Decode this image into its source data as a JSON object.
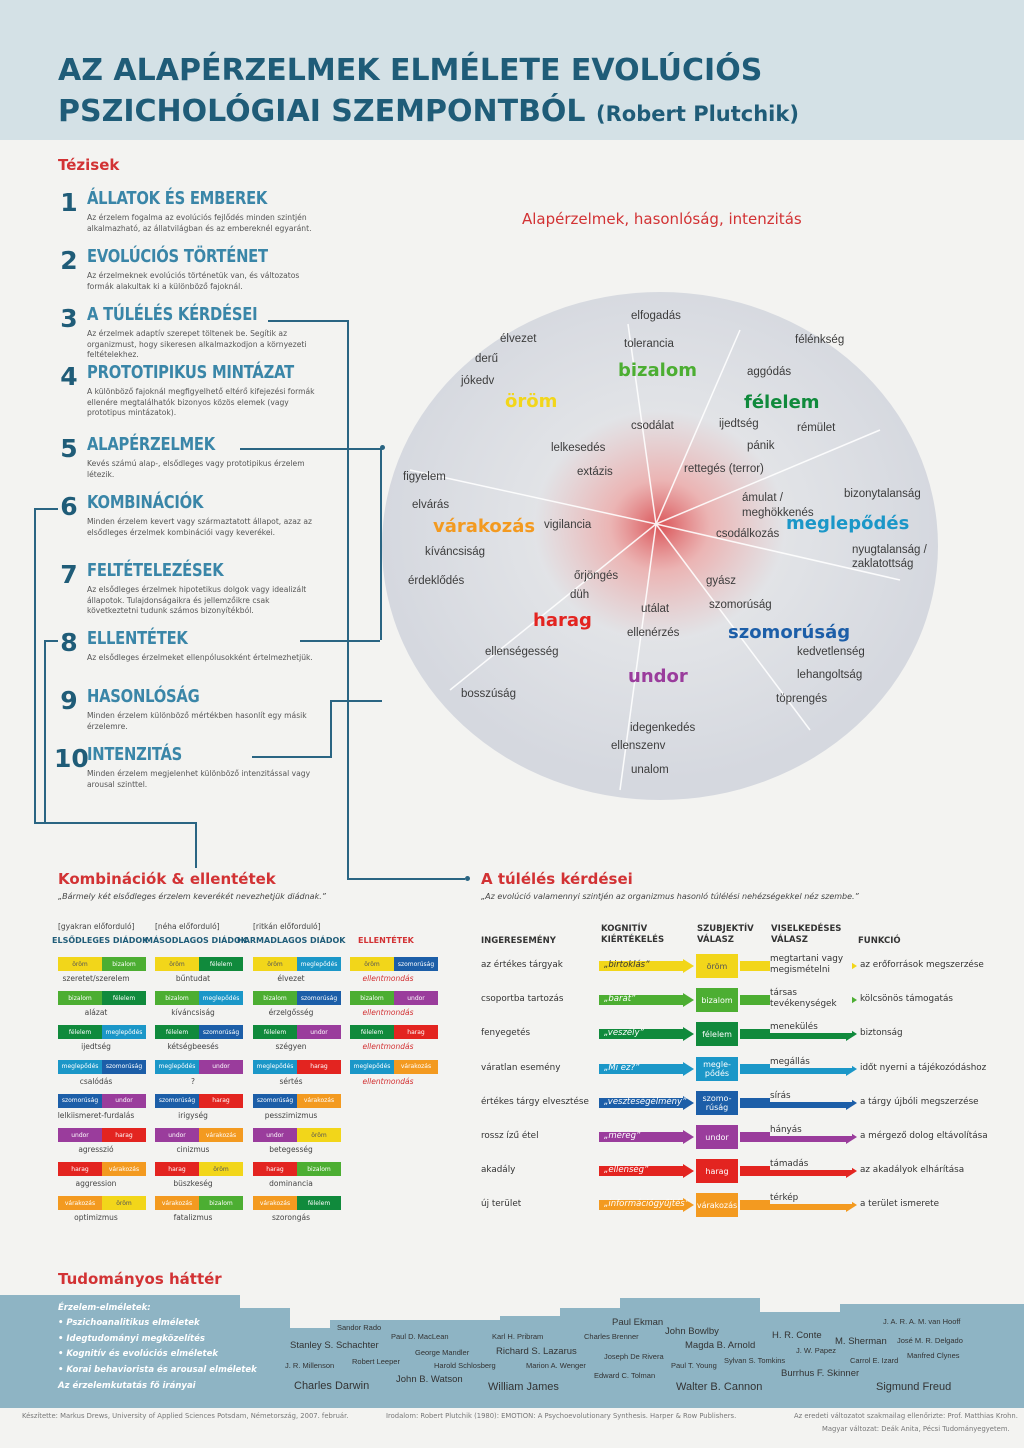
{
  "title": {
    "line1": "AZ ALAPÉRZELMEK ELMÉLETE EVOLÚCIÓS",
    "line2": "PSZICHOLÓGIAI SZEMPONTBÓL",
    "author": "(Robert Plutchik)"
  },
  "colors": {
    "header_bg": "#d4e1e6",
    "title": "#1f5c78",
    "accent_red": "#d23234",
    "bottom_band": "#8eb4c4",
    "orom": "#f2d61a",
    "bizalom": "#4cae32",
    "felelem": "#108a3c",
    "meglepodes": "#1b97c8",
    "szomorusag": "#1c5ea8",
    "undor": "#9a3c9c",
    "harag": "#e32420",
    "varakozas": "#f39a20"
  },
  "tezisek": {
    "heading": "Tézisek",
    "items": [
      {
        "num": "1",
        "title": "ÁLLATOK ÉS EMBEREK",
        "text": "Az érzelem fogalma az evolúciós fejlődés minden szintjén alkalmazható, az állatvilágban és az embereknél egyaránt."
      },
      {
        "num": "2",
        "title": "EVOLÚCIÓS TÖRTÉNET",
        "text": "Az érzelmeknek evolúciós történetük van, és változatos formák alakultak ki a különböző fajoknál."
      },
      {
        "num": "3",
        "title": "A TÚLÉLÉS KÉRDÉSEI",
        "text": "Az érzelmek adaptív szerepet töltenek be. Segítik az organizmust, hogy sikeresen alkalmazkodjon a környezeti feltételekhez."
      },
      {
        "num": "4",
        "title": "PROTOTIPIKUS MINTÁZAT",
        "text": "A különböző fajoknál megfigyelhető eltérő kifejezési formák ellenére megtalálhatók bizonyos közös elemek (vagy prototipus mintázatok)."
      },
      {
        "num": "5",
        "title": "ALAPÉRZELMEK",
        "text": "Kevés számú alap-, elsődleges vagy prototipikus érzelem létezik."
      },
      {
        "num": "6",
        "title": "KOMBINÁCIÓK",
        "text": "Minden érzelem kevert vagy származtatott állapot, azaz az elsődleges érzelmek kombinációi vagy keverékei."
      },
      {
        "num": "7",
        "title": "FELTÉTELEZÉSEK",
        "text": "Az elsődleges érzelmek hipotetikus dolgok vagy idealizált állapotok. Tulajdonságaikra és jellemzőikre csak következtetni tudunk számos bizonyítékból."
      },
      {
        "num": "8",
        "title": "ELLENTÉTEK",
        "text": "Az elsődleges érzelmeket ellenpólusokként értelmezhetjük."
      },
      {
        "num": "9",
        "title": "HASONLÓSÁG",
        "text": "Minden érzelem különböző mértékben hasonlít egy másik érzelemre."
      },
      {
        "num": "10",
        "title": "INTENZITÁS",
        "text": "Minden érzelem megjelenhet különböző intenzitással vagy arousal szinttel."
      }
    ]
  },
  "wheel": {
    "heading": "Alapérzelmek, hasonlóság, intenzitás",
    "words": [
      "elfogadás",
      "tolerancia",
      "bizalom",
      "csodálat",
      "félénkség",
      "aggódás",
      "félelem",
      "rémület",
      "ijedtség",
      "pánik",
      "rettegés (terror)",
      "bizonytalanság",
      "ámulat /",
      "meghökkenés",
      "meglepődés",
      "csodálkozás",
      "nyugtalanság /",
      "zaklatottság",
      "gyász",
      "szomorúság",
      "szomorúság",
      "kedvetlenség",
      "lehangoltság",
      "töprengés",
      "utálat",
      "ellenérzés",
      "undor",
      "idegenkedés",
      "ellenszenv",
      "unalom",
      "őrjöngés",
      "düh",
      "harag",
      "ellenségesség",
      "bosszúság",
      "figyelem",
      "elvárás",
      "várakozás",
      "kíváncsiság",
      "érdeklődés",
      "vigilancia",
      "élvezet",
      "derű",
      "jókedv",
      "öröm",
      "lelkesedés",
      "extázis"
    ]
  },
  "kombinaciok": {
    "heading": "Kombinációk & ellentétek",
    "subtitle": "„Bármely két elsődleges érzelem keverékét nevezhetjük diádnak.”",
    "freq": [
      "[gyakran előforduló]",
      "[néha előforduló]",
      "[ritkán előforduló]"
    ],
    "cols": [
      "ELSŐDLEGES DIÁDOK",
      "MÁSODLAGOS DIÁDOK",
      "HARMADLAGOS DIÁDOK",
      "ELLENTÉTEK"
    ],
    "rows": [
      [
        {
          "a": "öröm",
          "b": "bizalom",
          "l": "szeretet/szerelem"
        },
        {
          "a": "öröm",
          "b": "félelem",
          "l": "bűntudat"
        },
        {
          "a": "öröm",
          "b": "meglepődés",
          "l": "élvezet"
        },
        {
          "a": "öröm",
          "b": "szomorúság",
          "l": "ellentmondás"
        }
      ],
      [
        {
          "a": "bizalom",
          "b": "félelem",
          "l": "alázat"
        },
        {
          "a": "bizalom",
          "b": "meglepődés",
          "l": "kíváncsiság"
        },
        {
          "a": "bizalom",
          "b": "szomorúság",
          "l": "érzelgősség"
        },
        {
          "a": "bizalom",
          "b": "undor",
          "l": "ellentmondás"
        }
      ],
      [
        {
          "a": "félelem",
          "b": "meglepődés",
          "l": "ijedtség"
        },
        {
          "a": "félelem",
          "b": "szomorúság",
          "l": "kétségbeesés"
        },
        {
          "a": "félelem",
          "b": "undor",
          "l": "szégyen"
        },
        {
          "a": "félelem",
          "b": "harag",
          "l": "ellentmondás"
        }
      ],
      [
        {
          "a": "meglepődés",
          "b": "szomorúság",
          "l": "csalódás"
        },
        {
          "a": "meglepődés",
          "b": "undor",
          "l": "?"
        },
        {
          "a": "meglepődés",
          "b": "harag",
          "l": "sértés"
        },
        {
          "a": "meglepődés",
          "b": "várakozás",
          "l": "ellentmondás"
        }
      ],
      [
        {
          "a": "szomorúság",
          "b": "undor",
          "l": "lelkiismeret-furdalás"
        },
        {
          "a": "szomorúság",
          "b": "harag",
          "l": "irigység"
        },
        {
          "a": "szomorúság",
          "b": "várakozás",
          "l": "pesszimizmus"
        }
      ],
      [
        {
          "a": "undor",
          "b": "harag",
          "l": "agresszió"
        },
        {
          "a": "undor",
          "b": "várakozás",
          "l": "cinizmus"
        },
        {
          "a": "undor",
          "b": "öröm",
          "l": "betegesség"
        }
      ],
      [
        {
          "a": "harag",
          "b": "várakozás",
          "l": "aggression"
        },
        {
          "a": "harag",
          "b": "öröm",
          "l": "büszkeség"
        },
        {
          "a": "harag",
          "b": "bizalom",
          "l": "dominancia"
        }
      ],
      [
        {
          "a": "várakozás",
          "b": "öröm",
          "l": "optimizmus"
        },
        {
          "a": "várakozás",
          "b": "bizalom",
          "l": "fatalizmus"
        },
        {
          "a": "várakozás",
          "b": "félelem",
          "l": "szorongás"
        }
      ]
    ]
  },
  "tuleles": {
    "heading": "A túlélés kérdései",
    "subtitle": "„Az evolúció valamennyi szintjén az organizmus hasonló túlélési nehézségekkel néz szembe.”",
    "headers": [
      "INGERESEMÉNY",
      "KOGNITÍV KIÉRTÉKELÉS",
      "SZUBJEKTÍV VÁLASZ",
      "VISELKEDÉSES VÁLASZ",
      "FUNKCIÓ"
    ],
    "rows": [
      {
        "inger": "az értékes tárgyak",
        "kog": "„birtoklás”",
        "emo": "öröm",
        "color": "orom",
        "visel": "megtartani vagy megismételni",
        "func": "az erőforrások megszerzése"
      },
      {
        "inger": "csoportba tartozás",
        "kog": "„barát”",
        "emo": "bizalom",
        "color": "bizalom",
        "visel": "társas tevékenységek",
        "func": "kölcsönös támogatás"
      },
      {
        "inger": "fenyegetés",
        "kog": "„veszély”",
        "emo": "félelem",
        "color": "felelem",
        "visel": "menekülés",
        "func": "biztonság"
      },
      {
        "inger": "váratlan esemény",
        "kog": "„Mi ez?”",
        "emo": "megle-pődés",
        "color": "meglepodes",
        "visel": "megállás",
        "func": "időt nyerni a tájékozódáshoz"
      },
      {
        "inger": "értékes tárgy elvesztése",
        "kog": "„veszteségélmény”",
        "emo": "szomo-rúság",
        "color": "szomorusag",
        "visel": "sírás",
        "func": "a tárgy újbóli megszerzése"
      },
      {
        "inger": "rossz ízű étel",
        "kog": "„méreg”",
        "emo": "undor",
        "color": "undor",
        "visel": "hányás",
        "func": "a mérgező dolog eltávolítása"
      },
      {
        "inger": "akadály",
        "kog": "„ellenség”",
        "emo": "harag",
        "color": "harag",
        "visel": "támadás",
        "func": "az akadályok elhárítása"
      },
      {
        "inger": "új terület",
        "kog": "„információgyűjtés”",
        "emo": "várakozás",
        "color": "varakozas",
        "visel": "térkép",
        "func": "a terület ismerete"
      }
    ]
  },
  "hatter": {
    "heading": "Tudományos háttér",
    "box_title": "Érzelem-elméletek:",
    "items": [
      "• Pszichoanalitikus elméletek",
      "• Ideg­tudományi megközelítés",
      "• Kognitív és evolúciós elméletek",
      "• Korai behaviorista és arousal elméletek"
    ],
    "box_footer": "Az érzelemkutatás fő irányai",
    "names": [
      "Sandor Rado",
      "Paul D. MacLean",
      "Stanley S. Schachter",
      "George Mandler",
      "J. R. Millenson",
      "Robert Leeper",
      "Charles Darwin",
      "John B. Watson",
      "Karl H. Pribram",
      "Richard S. Lazarus",
      "Harold Schlosberg",
      "Marion A. Wenger",
      "William James",
      "Paul Ekman",
      "Charles Brenner",
      "John Bowlby",
      "Joseph De Rivera",
      "Magda B. Arnold",
      "Edward C. Tolman",
      "Paul T. Young",
      "Sylvan S. Tomkins",
      "Walter B. Cannon",
      "H. R. Conte",
      "J. W. Papez",
      "Burrhus F. Skinner",
      "M. Sherman",
      "Carrol E. Izard",
      "J. A. R. A. M. van Hooff",
      "José M. R. Delgado",
      "Manfred Clynes",
      "Sigmund Freud"
    ]
  },
  "footer": {
    "left": "Készítette: Markus Drews, University of Applied Sciences Potsdam, Németország, 2007. február.",
    "mid": "Irodalom: Robert Plutchik (1980): EMOTION: A Psychoevolutionary Synthesis. Harper & Row Publishers.",
    "right1": "Az eredeti változatot szakmailag ellenőrizte: Prof. Matthias Krohn.",
    "right2": "Magyar változat: Deák Anita, Pécsi Tudományegyetem."
  }
}
